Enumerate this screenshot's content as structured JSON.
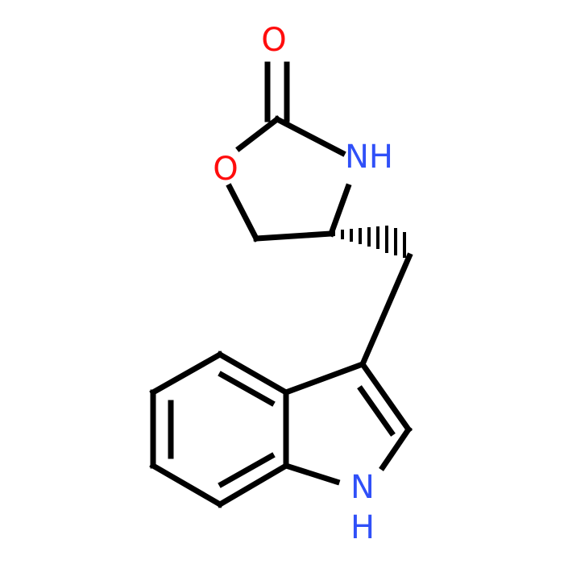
{
  "molecule": {
    "atoms": {
      "carbonyl_oxygen": {
        "symbol": "O",
        "color": "#ff0d0d"
      },
      "ring_oxygen": {
        "symbol": "O",
        "color": "#ff0d0d"
      },
      "amide_nitrogen": {
        "symbol": "NH",
        "color": "#3050f8"
      },
      "indole_nitrogen": {
        "symbol": "N",
        "color": "#3050f8"
      },
      "indole_nitrogen_h": {
        "symbol": "H",
        "color": "#3050f8"
      }
    },
    "bond_color": "#000000"
  }
}
